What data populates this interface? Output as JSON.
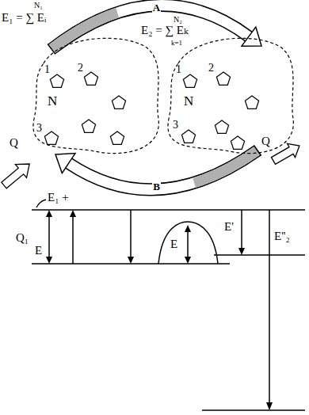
{
  "diagram": {
    "nodes": [
      {
        "text": [
          "N"
        ]
      },
      {
        "text": [
          "N"
        ]
      }
    ],
    "edges": [
      {
        "from": 0,
        "to": 1,
        "arrow": "to",
        "label": "A"
      },
      {
        "from": 1,
        "to": 0,
        "arrow": "to",
        "label": "B"
      }
    ],
    "labels": [
      "E₁ = ∑ Eᵢ",
      "N₁",
      "E₂ = ∑ Eₖ",
      "N₂",
      "k=1",
      "1",
      "2",
      "3",
      "1",
      "2",
      "3",
      "Q",
      "Q",
      "E₁ +",
      "Q₁",
      "E",
      "E",
      "E'",
      "E''₂"
    ]
  }
}
